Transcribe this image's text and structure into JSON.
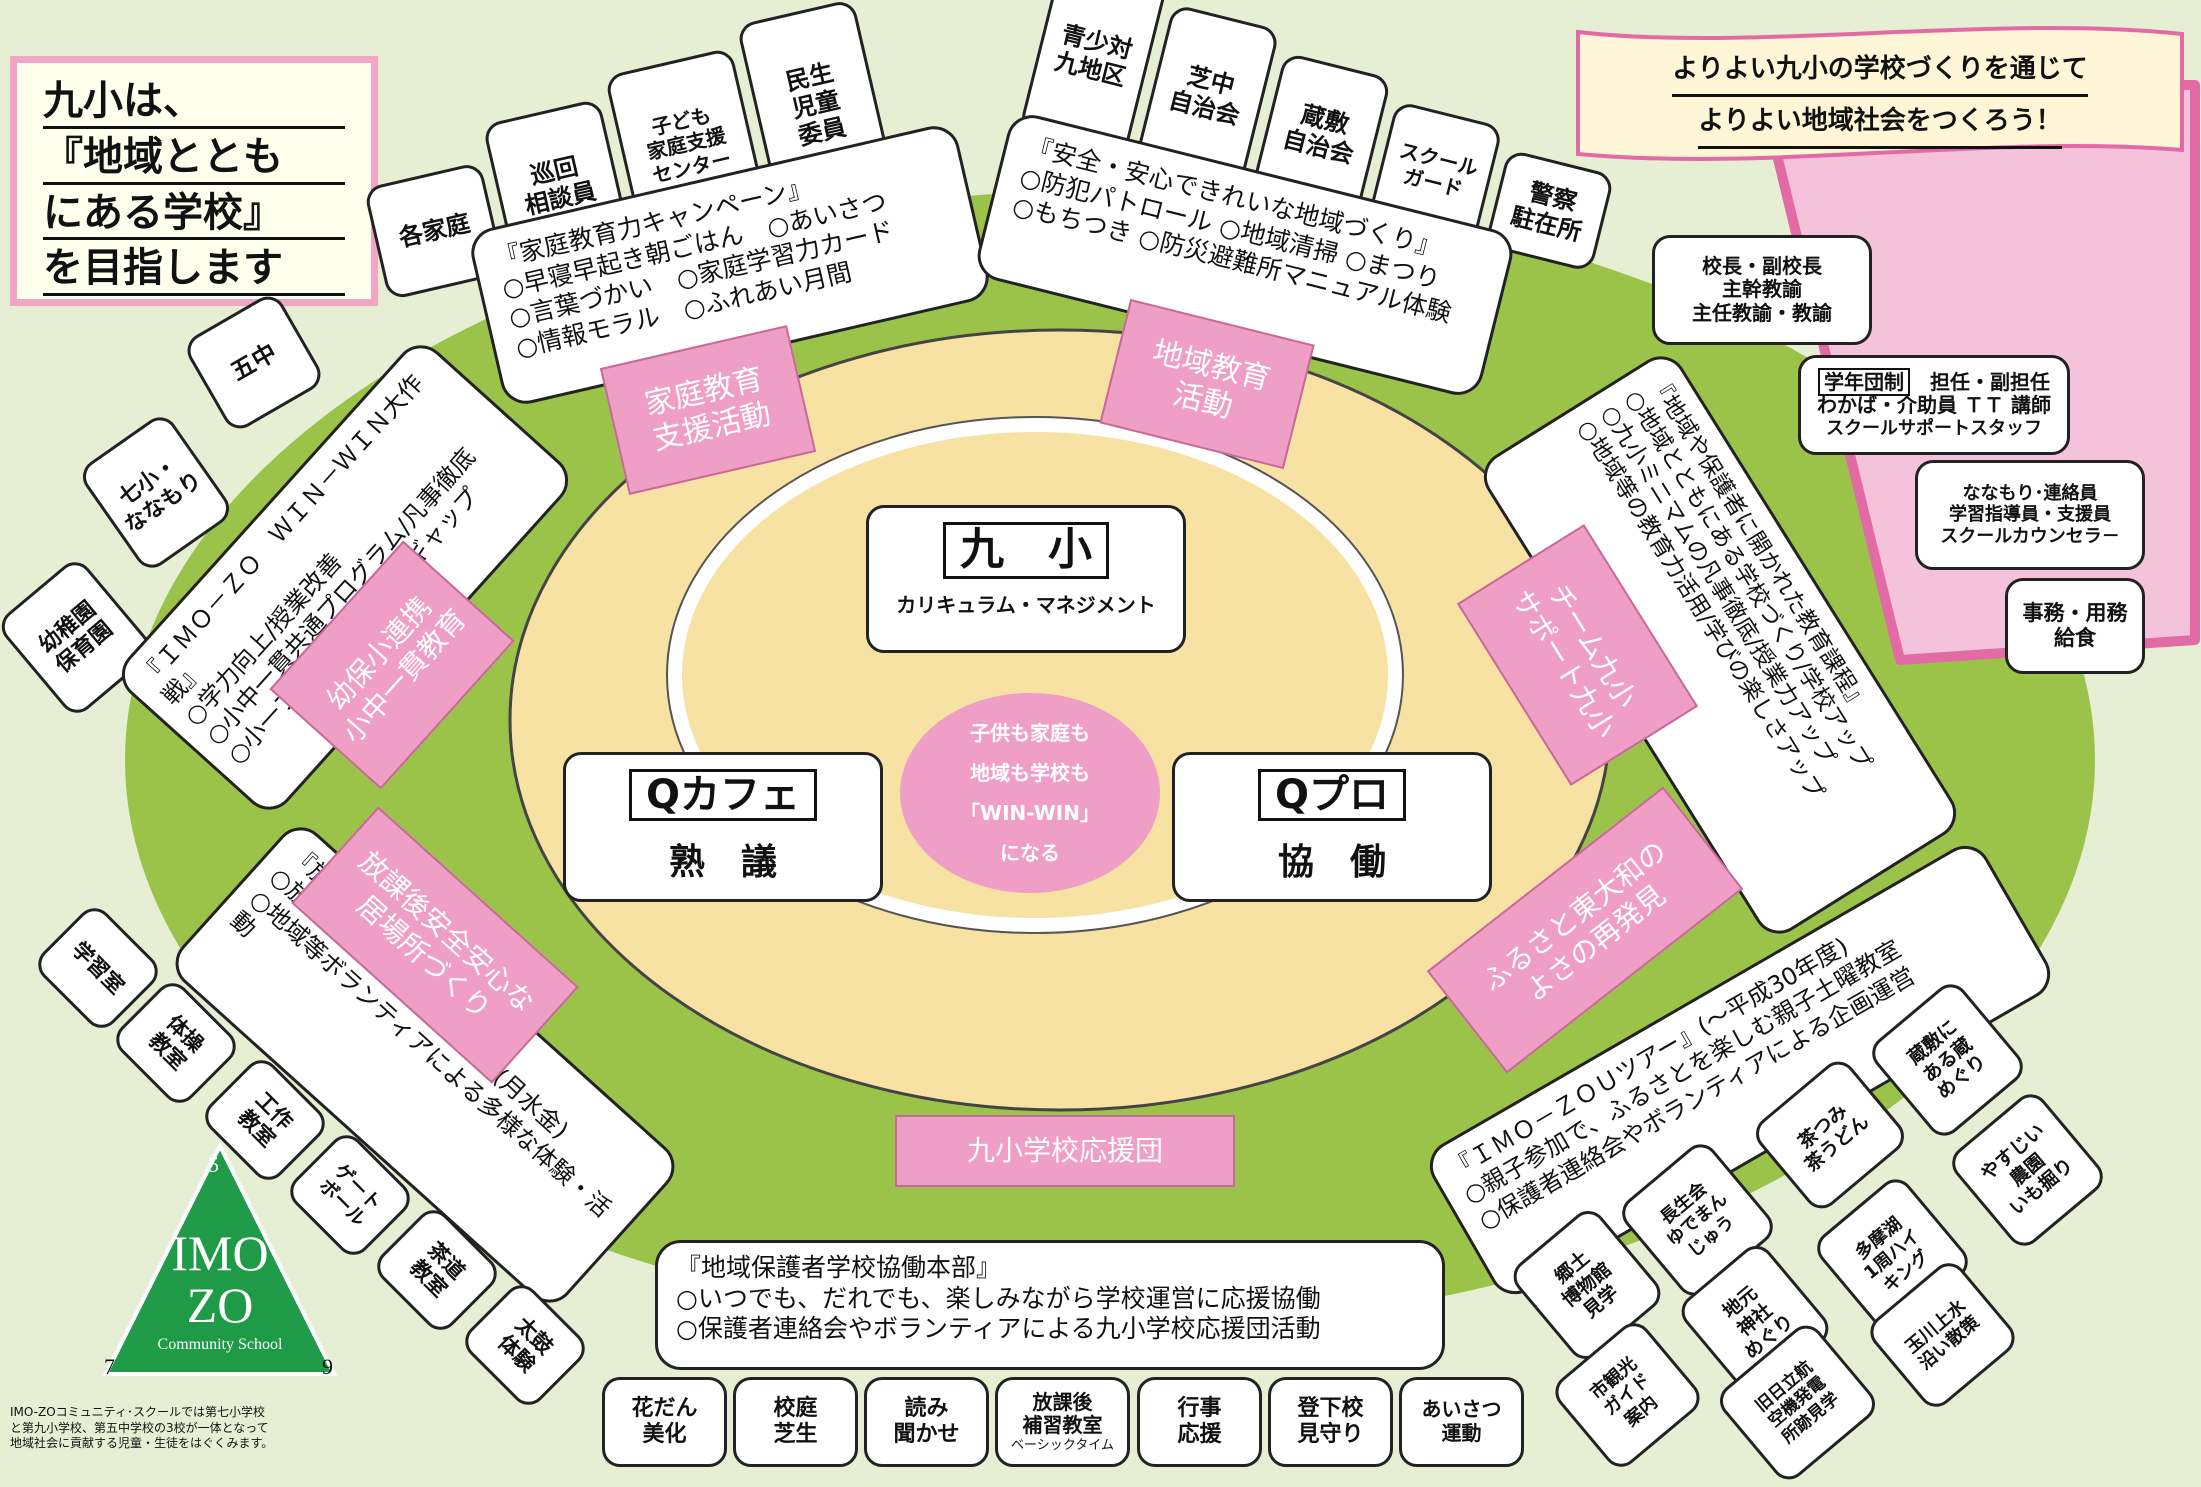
{
  "motto": {
    "lines": [
      "九小は、",
      "『地域ととも",
      "にある学校』",
      "を目指します"
    ]
  },
  "banner": {
    "line1": "よりよい九小の学校づくりを通じて",
    "line2": "よりよい地域社会をつくろう！"
  },
  "center": {
    "kyusho_title": "九　小",
    "kyusho_sub": "カリキュラム・マネジメント",
    "qcafe_title": "Qカフェ",
    "qcafe_sub": "熟　議",
    "qpro_title": "Qプロ",
    "qpro_sub": "協　働",
    "circle": {
      "l1": "子供も家庭も",
      "l2": "地域も学校も",
      "l3": "「WIN-WIN」",
      "l4": "になる"
    }
  },
  "categories": {
    "katei": "家庭教育\n支援活動",
    "chiiki": "地域教育\n活動",
    "team": "チーム九小\nサポート九小",
    "furusato": "ふるさと東大和の\nよさの再発見",
    "ouendan": "九小学校応援団",
    "houkago": "放課後安全安心な\n居場所づくり",
    "youho": "幼保小連携\n小中一貫教育"
  },
  "panels": {
    "katei": "『家庭教育力キャンペーン』\n○早寝早起き朝ごはん　○あいさつ\n○言葉づかい　○家庭学習力カード\n○情報モラル　○ふれあい月間",
    "chiiki": "『安全・安心できれいな地域づくり』\n○防犯パトロール ○地域清掃 ○まつり\n○もちつき ○防災避難所マニュアル体験",
    "team": "『地域や保護者に開かれた教育課程』\n○地域とともにある学校づくり/学校アップ\n○九小ミニマムの凡事徹底/授業力アップ\n○地域等の教育力活用/学びの楽しさアップ",
    "furusato": "『ＩＭＯ－ＺＯＵツアー』(～平成30年度)\n○親子参加で、ふるさとを楽しむ親子土曜教室\n○保護者連絡会やボランティアによる企画運営",
    "ouendan": "『地域保護者学校協働本部』\n○いつでも、だれでも、楽しみながら学校運営に応援協働\n○保護者連絡会やボランティアによる九小学校応援団活動",
    "houkago": "『放課後子ども教室』\n○放課後九小校地内で週3回(月水金)\n○地域等ボランティアによる多様な体験・活動",
    "youho": "『ＩＭＯ－ＺＯ　ＷＩＮ－ＷＩＮ大作戦』\n○学力向上/授業改善\n○小中一貫共通プログラム/凡事徹底\n○小一プロブレム ○中一ギャップ"
  },
  "actors": {
    "kakutei": "各家庭",
    "junkai": "巡回\n相談員",
    "kodomo": "子ども\n家庭支援\nセンター",
    "minsei": "民生\n児童\n委員",
    "seishounen": "青少対\n九地区",
    "shibanaka": "芝中\n自治会",
    "kurashiki": "蔵敷\n自治会",
    "guard": "スクール\nガード",
    "police": "警察\n駐在所",
    "gochu": "五中",
    "nanasho": "七小・\nななもり",
    "youchien": "幼稚園\n保育園",
    "principal": "校長・副校長\n主幹教諭\n主任教諭・教諭",
    "gakunen_label": "学年団制",
    "gakunen_l1": "担任・副担任",
    "gakunen_l2": "わかば・介助員 ＴＴ 講師",
    "gakunen_l3": "スクールサポートスタッフ",
    "nanamori": "ななもり･連絡員\n学習指導員・支援員\nスクールカウンセラ－",
    "jimu": "事務・用務\n給食"
  },
  "activities_houkago": [
    "学習室",
    "体操\n教室",
    "工作\n教室",
    "ゲート\nボール",
    "茶道\n教室",
    "太鼓\n体験"
  ],
  "activities_ouendan": [
    "花だん\n美化",
    "校庭\n芝生",
    "読み\n聞かせ",
    "放課後\n補習教室",
    "ベーシックタイム",
    "行事\n応援",
    "登下校\n見守り",
    "あいさつ\n運動"
  ],
  "activities_furusato": [
    "蔵敷に\nある蔵\nめぐり",
    "茶つみ\n茶うどん",
    "やすじい\n農園\nいも掘り",
    "長生会\nゆでまん\nじゅう",
    "多摩湖\n1周ハイ\nキング",
    "郷土\n博物館\n見学",
    "地元\n神社\nめぐり",
    "玉川上水\n沿い散策",
    "市観光\nガイド\n案内",
    "旧日立航\n空機発電\n所跡見学"
  ],
  "logo": {
    "num_top": "5",
    "line1": "IMO",
    "line2": "ZO",
    "sub": "Community School",
    "num_left": "7",
    "num_right": "9"
  },
  "footer": "IMO-ZOコミュニティ･スクールでは第七小学校\nと第九小学校、第五中学校の3校が一体となって\n地域社会に貢献する児童・生徒をはぐくみます。",
  "colors": {
    "background": "#e6efd3",
    "ring": "#9bc34a",
    "inner": "#f7e2a4",
    "pink": "#ef9ec5",
    "logo": "#1f9a47"
  }
}
